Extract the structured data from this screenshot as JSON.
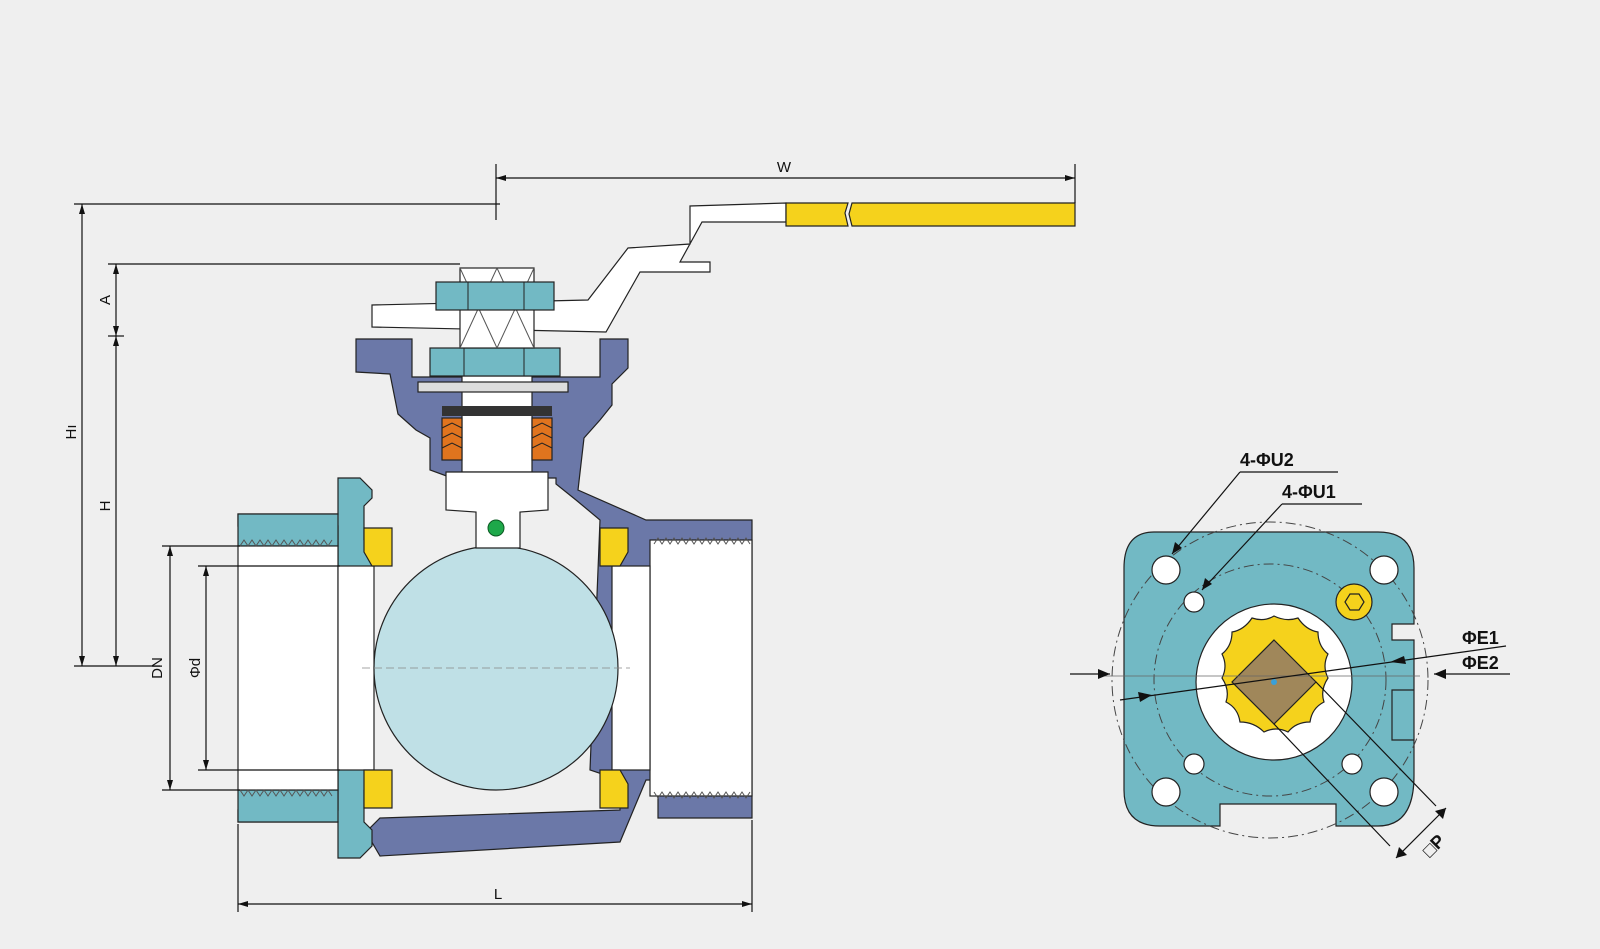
{
  "colors": {
    "background": "#efefef",
    "body_blue": "#6b78a8",
    "cap_cyan": "#72b9c4",
    "ball": "#bfe0e6",
    "seat_yellow": "#f5d21c",
    "handle_yellow": "#f5d21c",
    "packing_orange": "#e0741e",
    "stem_dot_green": "#1ea84a",
    "square_brown": "#a0875a"
  },
  "side_view": {
    "labels": {
      "w": "W",
      "a": "A",
      "h1": "Hı",
      "h": "H",
      "dn": "DN",
      "phi_d": "Φd",
      "l": "L"
    }
  },
  "top_view": {
    "labels": {
      "u2": "4-ΦU2",
      "u1": "4-ΦU1",
      "e1": "ΦE1",
      "e2": "ΦE2",
      "p": "□P"
    }
  }
}
